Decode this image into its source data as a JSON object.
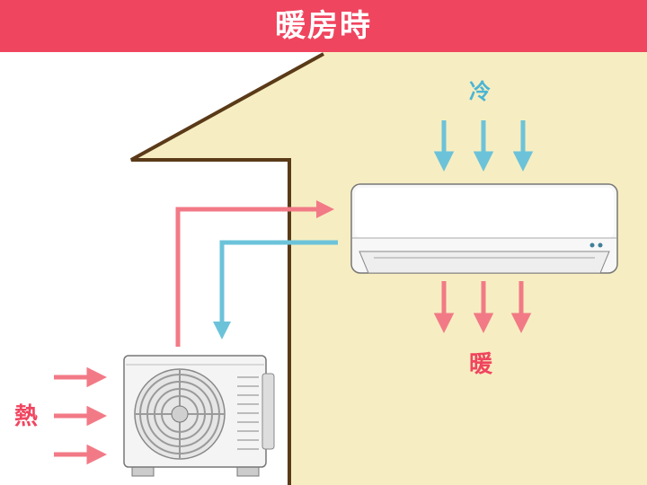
{
  "header": {
    "title": "暖房時"
  },
  "labels": {
    "cold": "冷",
    "warm": "暖",
    "heat": "熱"
  },
  "colors": {
    "banner": "#f0455f",
    "wall": "#f6eec2",
    "wall_outline": "#5a3a18",
    "hot_pipe": "#f27a86",
    "cold_pipe": "#6cc3d9",
    "cold_label": "#4bb5d4",
    "hot_label": "#f0455f"
  },
  "icons": {
    "indoor_unit": "air-conditioner-indoor-unit-icon",
    "outdoor_unit": "air-conditioner-outdoor-unit-icon"
  }
}
